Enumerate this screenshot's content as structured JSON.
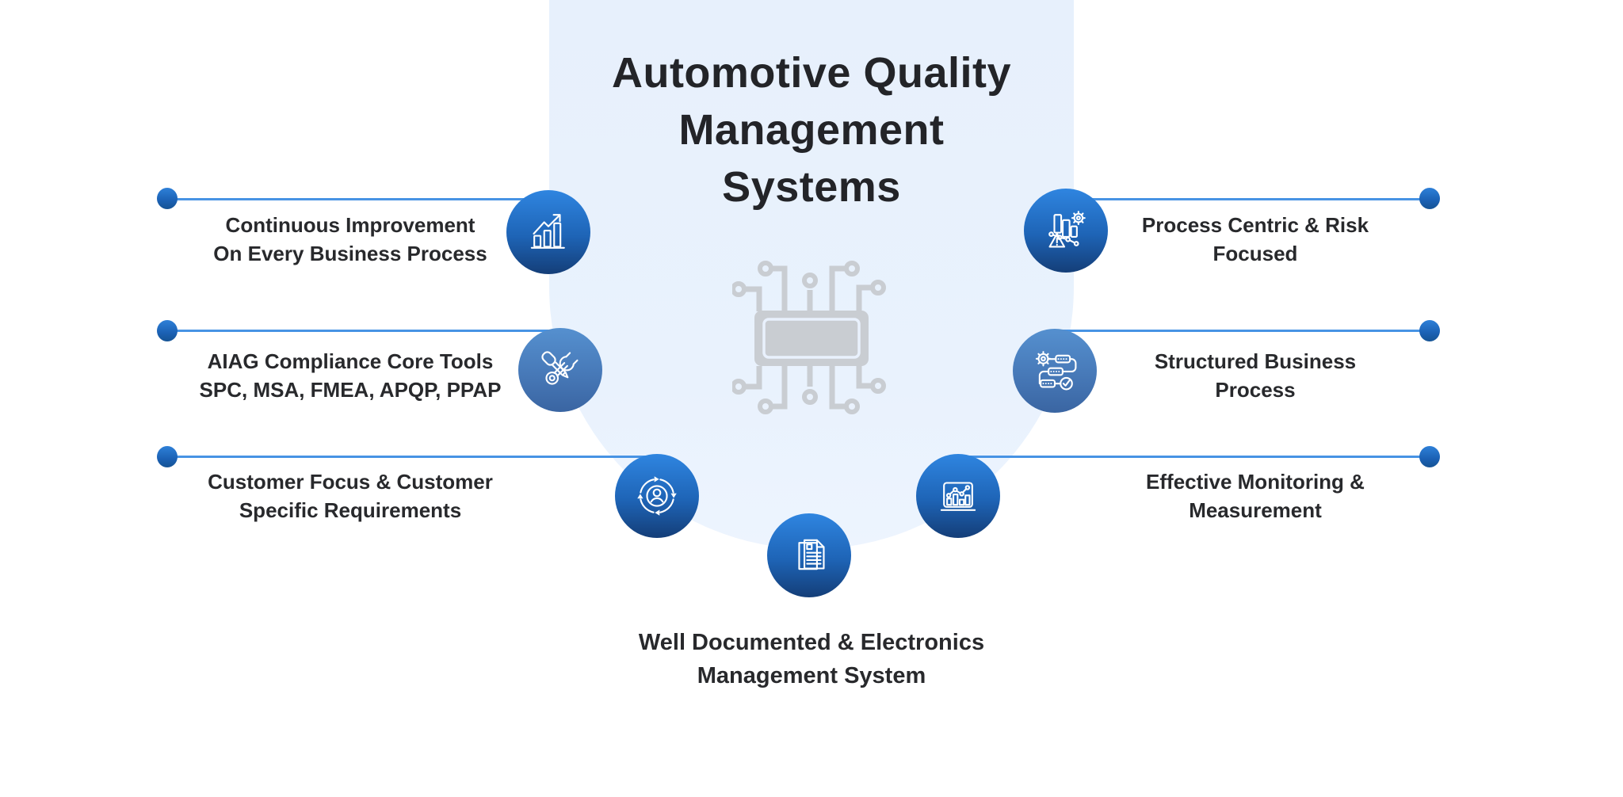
{
  "title": {
    "line1": "Automotive Quality",
    "line2": "Management",
    "line3": "Systems"
  },
  "center_icon": "microchip-circuit-icon",
  "items": {
    "left": [
      {
        "line1": "Continuous Improvement",
        "line2": "On Every Business Process",
        "icon": "growth-chart-icon"
      },
      {
        "line1": "AIAG Compliance Core Tools",
        "line2": "SPC, MSA, FMEA, APQP, PPAP",
        "icon": "tools-icon"
      },
      {
        "line1": "Customer Focus & Customer",
        "line2": "Specific Requirements",
        "icon": "customer-focus-icon"
      }
    ],
    "right": [
      {
        "line1": "Process Centric & Risk",
        "line2": "Focused",
        "icon": "process-risk-icon"
      },
      {
        "line1": "Structured Business",
        "line2": "Process",
        "icon": "structured-process-icon"
      },
      {
        "line1": "Effective Monitoring &",
        "line2": "Measurement",
        "icon": "monitoring-icon"
      }
    ],
    "bottom": {
      "line1": "Well Documented & Electronics",
      "line2": "Management System",
      "icon": "document-icon"
    }
  },
  "colors": {
    "band_background": "#e9f1fd",
    "badge_dark_top": "#2f85e0",
    "badge_dark_bottom": "#143e78",
    "badge_light_top": "#5590cf",
    "badge_light_bottom": "#3a65a2",
    "connector_line": "#4793e4",
    "endpoint_dot": "#1e6bc6",
    "chip_gray": "#c9cdd2",
    "title_text": "#232428",
    "label_text": "#28292c",
    "icon_stroke": "#ffffff"
  }
}
